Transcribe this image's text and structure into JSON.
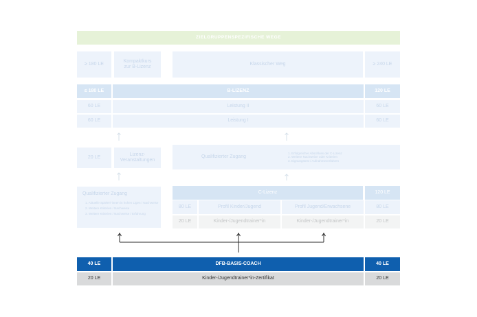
{
  "header": {
    "title": "ZIELGRUPPENSPEZIFISCHE WEGE"
  },
  "upper": {
    "left_le": "≥ 180 LE",
    "kompakt": [
      "Kompaktkurs",
      "zur B-Lizenz"
    ],
    "klassisch": "Klassischer Weg",
    "right_le": "≥ 240 LE"
  },
  "b_lizenz": {
    "left_le": "≤ 180 LE",
    "title": "B-LIZENZ",
    "right_le": "120 LE",
    "rows": [
      {
        "left": "60 LE",
        "label": "Leistung II",
        "right": "60 LE"
      },
      {
        "left": "60 LE",
        "label": "Leistung I",
        "right": "60 LE"
      }
    ]
  },
  "middle": {
    "left_le": "20 LE",
    "lizenz_veranst": [
      "Lizenz-",
      "Veranstaltungen"
    ],
    "qual_zugang": "Qualifizierter Zugang",
    "qual_list": [
      "1. Erfolgreicher Abschluss der C-Lizenz",
      "2. Weitere Nachweise oder Kriterien",
      "3. Eignungstest / Aufnahmeverfahren"
    ]
  },
  "left_lower": {
    "title": "Qualifizierter Zugang",
    "list": [
      "1. Aktuelle Spieler/-innen in hohen Ligen / Nachweise",
      "2. Weitere Kriterien / Nachweise",
      "3. Weitere Kriterien / Nachweise / Erfahrung"
    ]
  },
  "c_lizenz": {
    "title": "C-Lizenz",
    "right_le": "120 LE",
    "row1": {
      "left": "80 LE",
      "a": "Profil Kinder/Jugend",
      "b": "Profil Jugend/Erwachsene",
      "right": "80 LE"
    },
    "row2": {
      "left": "20 LE",
      "a": "Kinder-/Jugendtrainer*in",
      "b": "Kinder-/Jugendtrainer*in",
      "right": "20 LE"
    }
  },
  "basis": {
    "left_le": "40 LE",
    "title": "DFB-BASIS-COACH",
    "right_le": "40 LE"
  },
  "zert": {
    "left_le": "20 LE",
    "title": "Kinder-/Jugendtrainer*in-Zertifikat",
    "right_le": "20 LE"
  },
  "colors": {
    "blue": "#0f5fae",
    "green_header": "#dcefc8",
    "grey": "#d9dadb"
  }
}
